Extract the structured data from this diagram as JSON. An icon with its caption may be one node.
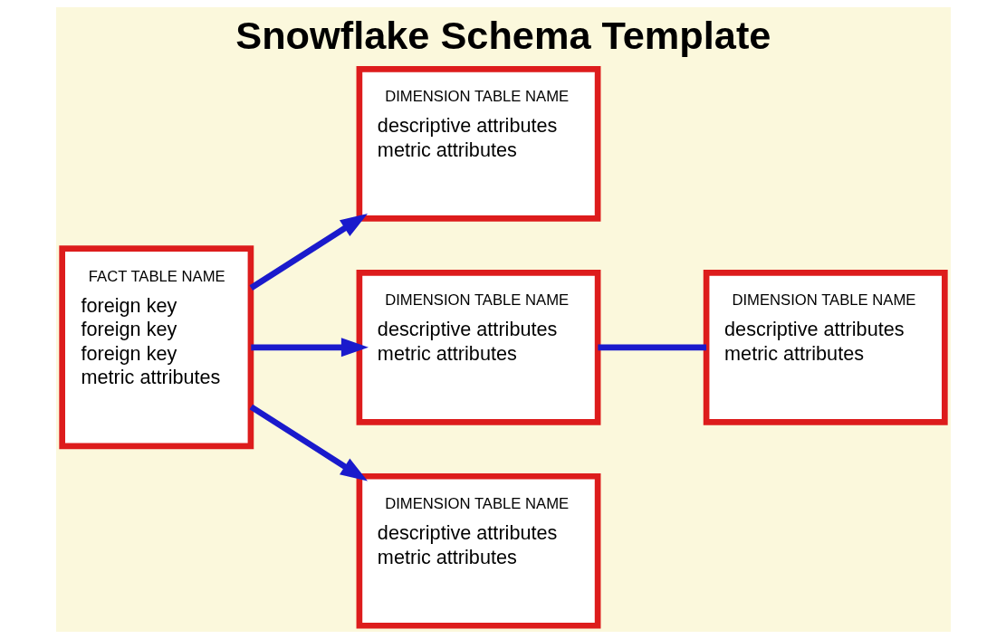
{
  "diagram": {
    "title": "Snowflake Schema Template",
    "nodes": [
      {
        "text": [
          "DIMENSION TABLE NAME",
          "descriptive attributes",
          "metric attributes"
        ]
      },
      {
        "text": [
          "FACT TABLE NAME",
          "foreign key",
          "foreign key",
          "foreign key",
          "metric attributes"
        ]
      },
      {
        "text": [
          "DIMENSION TABLE NAME",
          "descriptive attributes",
          "metric attributes"
        ]
      },
      {
        "text": [
          "DIMENSION TABLE NAME",
          "descriptive attributes",
          "metric attributes"
        ]
      },
      {
        "text": [
          "DIMENSION TABLE NAME",
          "descriptive attributes",
          "metric attributes"
        ]
      }
    ],
    "edges": [
      {
        "from": 1,
        "to": 0,
        "arrow": "to"
      },
      {
        "from": 1,
        "to": 4,
        "arrow": "to"
      },
      {
        "from": 1,
        "to": 2,
        "arrow": "to"
      },
      {
        "from": 2,
        "to": 3,
        "arrow": "none"
      }
    ]
  }
}
